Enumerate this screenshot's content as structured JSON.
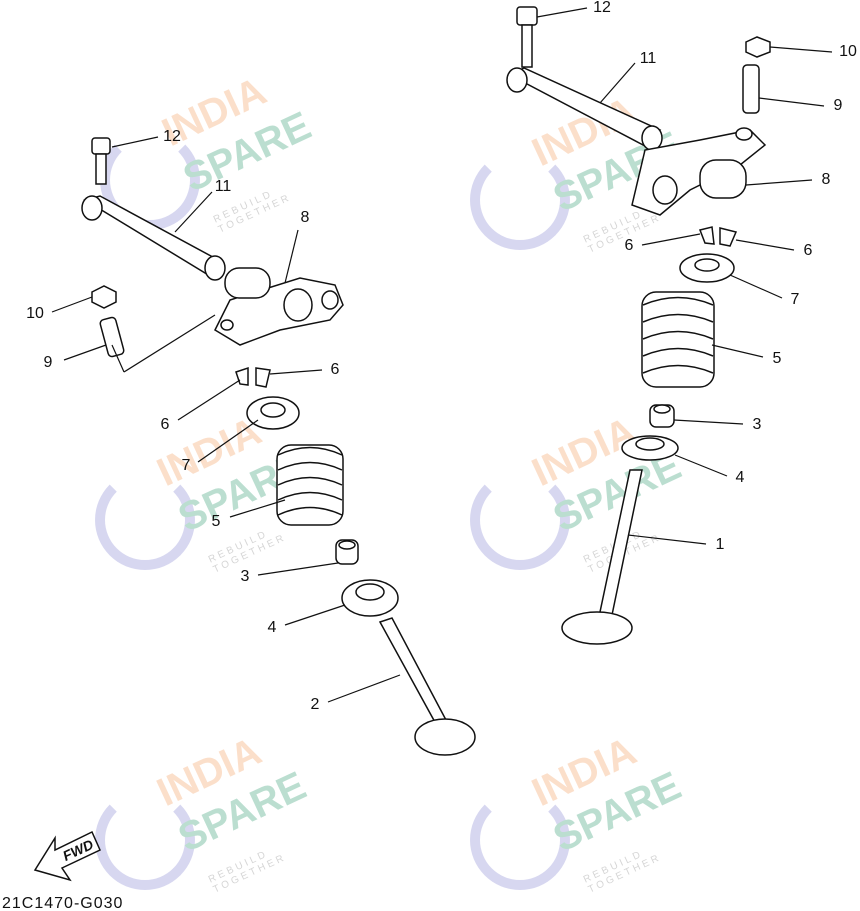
{
  "diagram": {
    "code": "21C1470-G030",
    "fwd_label": "FWD",
    "watermark": {
      "line1": "INDIA",
      "line2": "SPARE",
      "line3": "REBUILD TOGETHER"
    },
    "left_callouts": [
      "12",
      "11",
      "8",
      "10",
      "9",
      "6",
      "6",
      "7",
      "5",
      "3",
      "4",
      "2"
    ],
    "right_callouts": [
      "12",
      "11",
      "10",
      "9",
      "8",
      "6",
      "6",
      "7",
      "5",
      "3",
      "4",
      "1"
    ]
  }
}
